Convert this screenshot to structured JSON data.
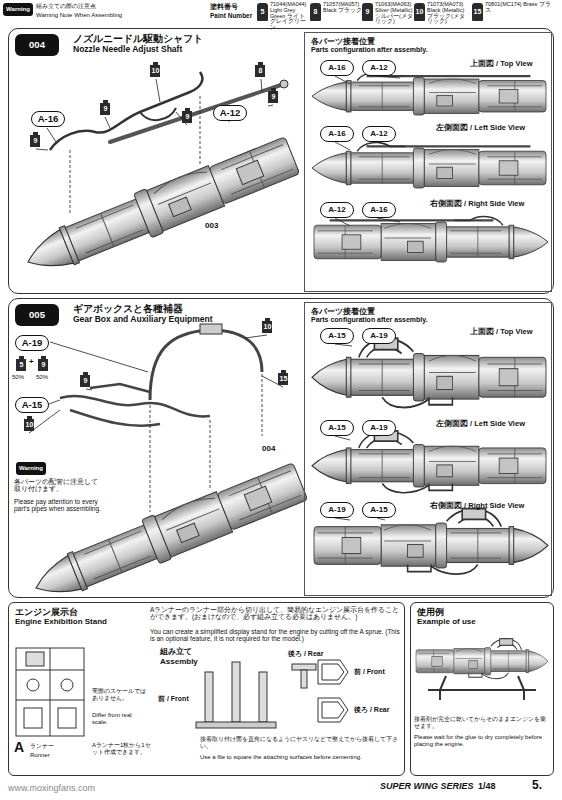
{
  "diagram": {
    "nodes": [
      {
        "text": [
          "ノズルニードル駆動シャフト",
          "Nozzle Needle Adjust Shaft"
        ]
      },
      {
        "text": [
          "004"
        ],
        "in": 0
      },
      {
        "text": [
          "A-16"
        ],
        "in": 0
      },
      {
        "text": [
          "A-12"
        ],
        "in": 0
      },
      {
        "text": [
          "各パーツ接着位置",
          "Parts configuration after assembly."
        ],
        "in": 0
      },
      {
        "text": [
          "A-16"
        ],
        "in": 4
      },
      {
        "text": [
          "A-12"
        ],
        "in": 4
      },
      {
        "text": [
          "A-16"
        ],
        "in": 4
      },
      {
        "text": [
          "A-12"
        ],
        "in": 4
      },
      {
        "text": [
          "A-12"
        ],
        "in": 4
      },
      {
        "text": [
          "A-16"
        ],
        "in": 4
      },
      {
        "text": [
          "ギアボックスと各種補器",
          "Gear Box and Auxiliary Equipment"
        ]
      },
      {
        "text": [
          "005"
        ],
        "in": 11
      },
      {
        "text": [
          "A-19"
        ],
        "in": 11
      },
      {
        "text": [
          "A-15"
        ],
        "in": 11
      },
      {
        "text": [
          "各パーツ接着位置",
          "Parts configuration after assembly."
        ],
        "in": 11
      },
      {
        "text": [
          "A-15"
        ],
        "in": 15
      },
      {
        "text": [
          "A-19"
        ],
        "in": 15
      },
      {
        "text": [
          "A-15"
        ],
        "in": 15
      },
      {
        "text": [
          "A-19"
        ],
        "in": 15
      },
      {
        "text": [
          "A-19"
        ],
        "in": 15
      },
      {
        "text": [
          "A-15"
        ],
        "in": 15
      },
      {
        "text": [
          "エンジン展示台",
          "Engine Exhibition Stand"
        ]
      },
      {
        "text": [
          "使用例",
          "Example of use"
        ]
      }
    ],
    "labels": [
      "Warning",
      "組み立ての際の注意点",
      "Warning Note When Assembling",
      "塗料番号",
      "Paint Number",
      "5",
      "8",
      "9",
      "10",
      "15",
      "10",
      "8",
      "9",
      "9",
      "9",
      "9",
      "003",
      "上面図 / Top View",
      "左側面図 / Left Side View",
      "右側面図 / Right Side View",
      "5",
      "+",
      "9",
      "50%",
      "50%",
      "9",
      "10",
      "10",
      "15",
      "004",
      "Warning",
      "各パーツの配管に注意して取り付けます。",
      "Please pay attention to every part's pipes when assembling.",
      "上面図 / Top View",
      "左側面図 / Left Side View",
      "右側面図 / Right Side View",
      "Aランナーのランナー部分から切り出して、簡易的なエンジン展示台を作ることができます。(おまけなので、必ず組み立てる必要はありません。)",
      "You can create a simplified display stand for the engine by cutting off the A sprue. (This is an optional feature, it is not required for the model.)",
      "組み立て",
      "Assembly",
      "実際のスケールではありません。",
      "Differ from real scale.",
      "前 / Front",
      "後ろ / Rear",
      "前 / Front",
      "後ろ / Rear",
      "A",
      "ランナー",
      "Runner",
      "Aランナー1枚から1セット作成できます。",
      "接着取り付け面を直角になるようにヤスリなどで整えてから接着して下さい。",
      "Use a file to square the attaching surfaces before cementing.",
      "接着剤が完全に乾いてからそのままエンジンを乗せます。",
      "Please wait for the glue to dry completely before placing the engine.",
      "SUPER WING SERIES",
      "1/48",
      "5.",
      "www.moxingfans.com"
    ],
    "legend": [
      {
        "text": "71044(MA044) Light Grey Green ライトグレイグリーン",
        "color": "#2a2a2a"
      },
      {
        "text": "71057(MA057) Black ブラック",
        "color": "#2a2a2a"
      },
      {
        "text": "71063(MA063) Silver (Metallic) シルバー(メタリック)",
        "color": "#2a2a2a"
      },
      {
        "text": "71073(MA073) Black (Metallic) ブラック(メタリック)",
        "color": "#2a2a2a"
      },
      {
        "text": "70801(MC174) Brass ブラス",
        "color": "#2a2a2a"
      }
    ]
  }
}
